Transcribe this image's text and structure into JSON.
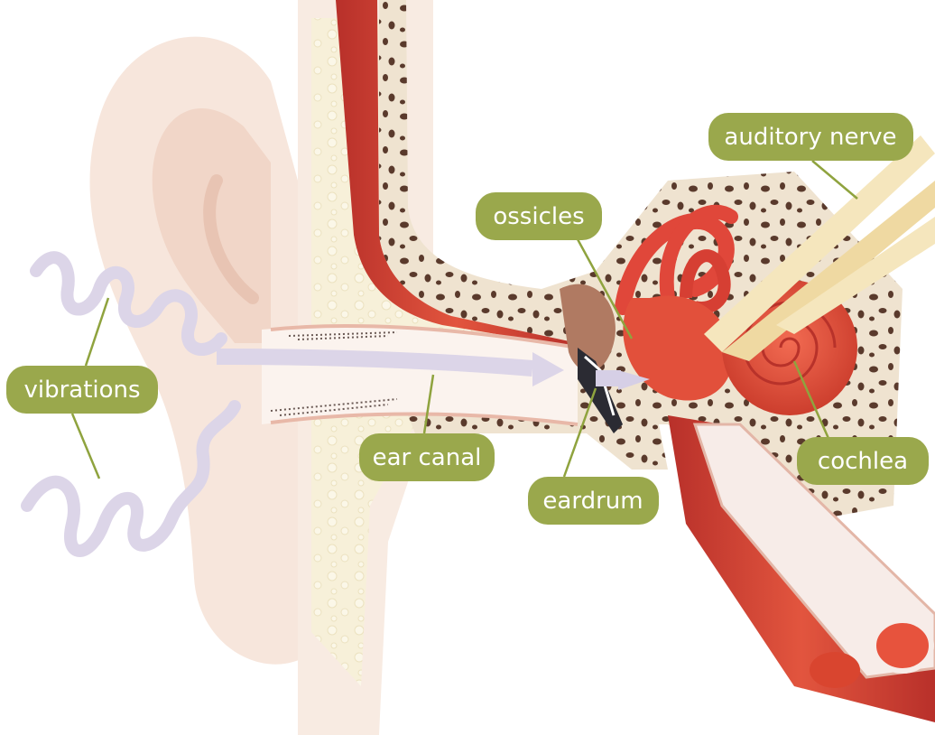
{
  "diagram": {
    "labels": {
      "vibrations": "vibrations",
      "ear_canal": "ear canal",
      "eardrum": "eardrum",
      "ossicles": "ossicles",
      "cochlea": "cochlea",
      "auditory_nerve": "auditory nerve"
    }
  },
  "colors": {
    "label_bg": "#9aa84c",
    "label_text": "#ffffff",
    "leader_line": "#8fa33e",
    "skin": "#f6e3d8",
    "bone": "#efe3cf",
    "muscle": "#d94a36",
    "cochlea": "#e5533d",
    "vibration_wave": "#d9d3e6",
    "nerve": "#f2e2b6"
  }
}
